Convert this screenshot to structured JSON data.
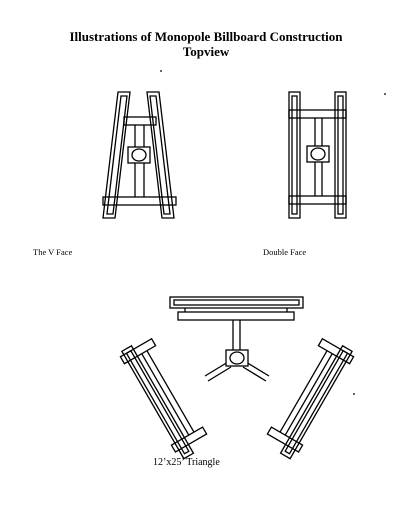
{
  "title_line1": "Illustrations of Monopole Billboard Construction",
  "title_line2": "Topview",
  "labels": {
    "v_face": "The V Face",
    "double_face": "Double Face",
    "triangle": "12’x25’ Triangle"
  }
}
